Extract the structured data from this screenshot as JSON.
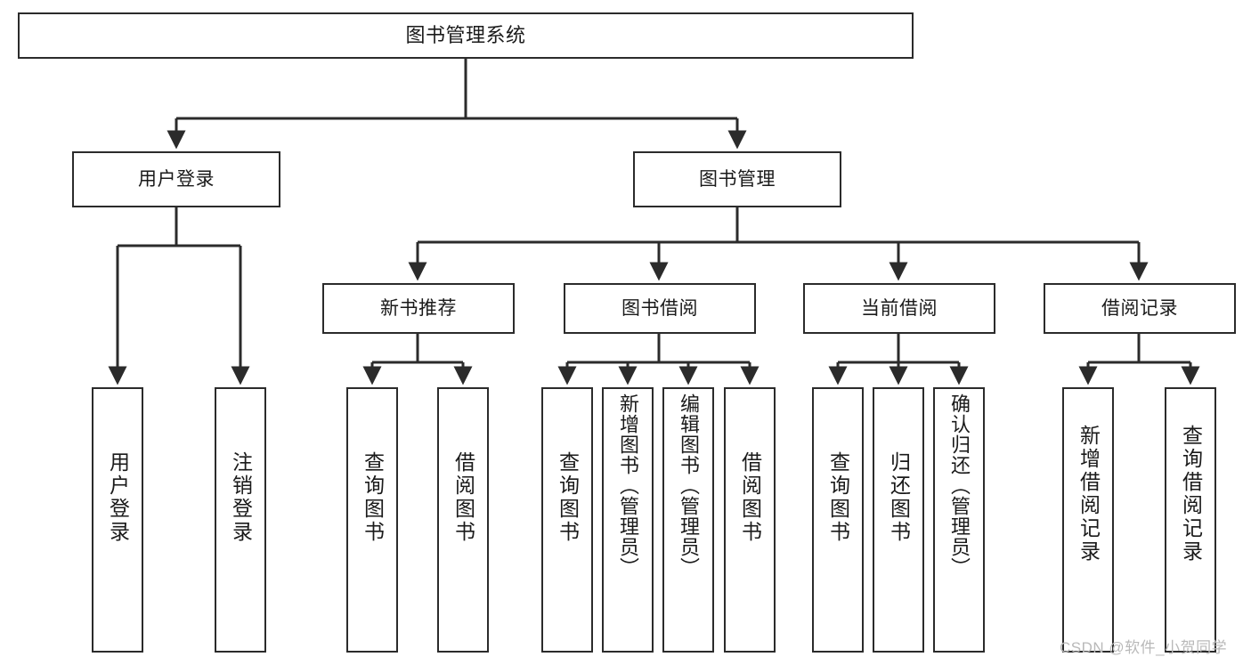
{
  "diagram": {
    "title": "图书管理系统",
    "type": "hierarchy-tree",
    "watermark": "CSDN @软件_小贺同学",
    "colors": {
      "stroke": "#2b2b2b",
      "fill": "#ffffff",
      "text": "#1a1a1a",
      "watermark": "#b9b9b9"
    },
    "levels": {
      "level1": [
        {
          "id": "root",
          "label": "图书管理系统"
        }
      ],
      "level2": [
        {
          "id": "user-login",
          "label": "用户登录"
        },
        {
          "id": "book-manage",
          "label": "图书管理"
        }
      ],
      "level3": [
        {
          "id": "new-book-rec",
          "label": "新书推荐"
        },
        {
          "id": "book-borrow",
          "label": "图书借阅"
        },
        {
          "id": "current-borrow",
          "label": "当前借阅"
        },
        {
          "id": "borrow-record",
          "label": "借阅记录"
        }
      ],
      "level4": [
        {
          "id": "leaf-user-login",
          "label": "用户登录"
        },
        {
          "id": "leaf-logout",
          "label": "注销登录"
        },
        {
          "id": "leaf-query-book-1",
          "label": "查询图书"
        },
        {
          "id": "leaf-borrow-book-1",
          "label": "借阅图书"
        },
        {
          "id": "leaf-query-book-2",
          "label": "查询图书"
        },
        {
          "id": "leaf-add-book",
          "label": "新增图书（管理员）"
        },
        {
          "id": "leaf-edit-book",
          "label": "编辑图书（管理员）"
        },
        {
          "id": "leaf-borrow-book-2",
          "label": "借阅图书"
        },
        {
          "id": "leaf-query-book-3",
          "label": "查询图书"
        },
        {
          "id": "leaf-return-book",
          "label": "归还图书"
        },
        {
          "id": "leaf-confirm-return",
          "label": "确认归还（管理员）"
        },
        {
          "id": "leaf-add-record",
          "label": "新增借阅记录"
        },
        {
          "id": "leaf-query-record",
          "label": "查询借阅记录"
        }
      ]
    }
  }
}
